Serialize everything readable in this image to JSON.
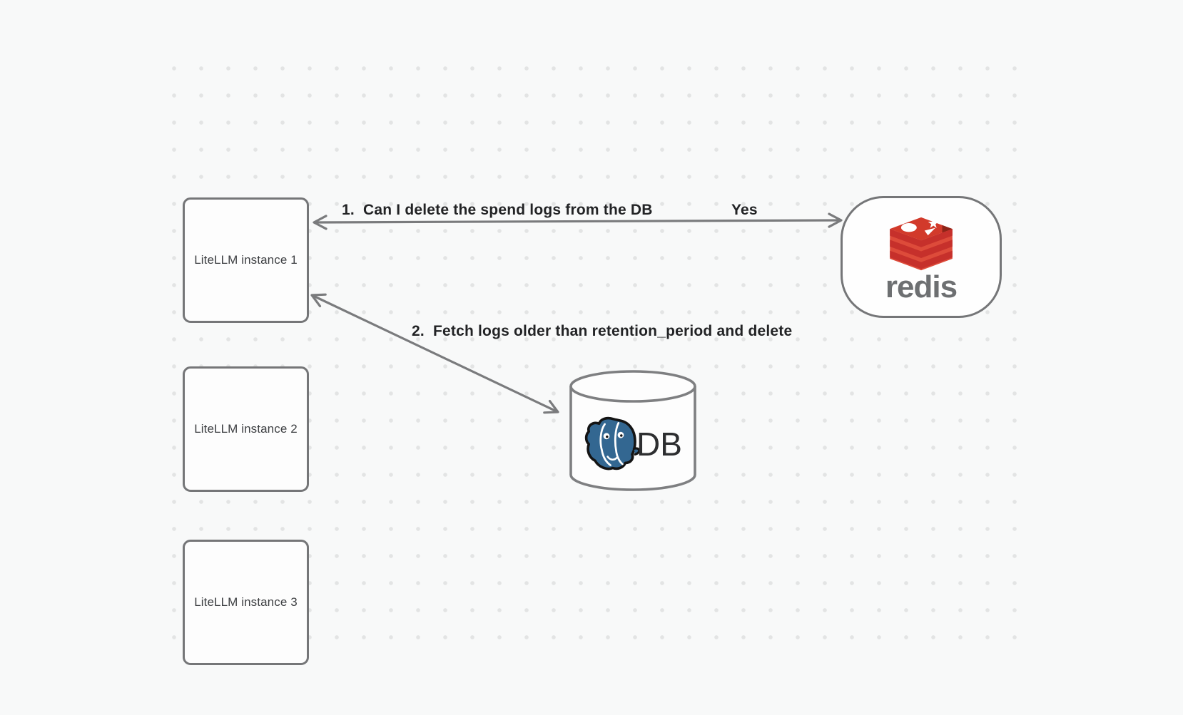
{
  "canvas": {
    "background": "#f8f9f9",
    "dot_color": "#e3e4e4",
    "stroke_color": "#7a7b7d"
  },
  "nodes": {
    "instances": [
      {
        "label": "LiteLLM instance 1"
      },
      {
        "label": "LiteLLM instance 2"
      },
      {
        "label": "LiteLLM instance 3"
      }
    ],
    "redis": {
      "label": "redis",
      "brand_red": "#c6302b",
      "brand_red_dark": "#8e2418",
      "wordmark_color": "#6d6f71"
    },
    "db": {
      "label": "DB",
      "postgres_blue": "#336791"
    }
  },
  "edges": [
    {
      "from": "LiteLLM instance 1",
      "to": "redis",
      "direction": "both",
      "label": "1.  Can I delete the spend logs from the DB",
      "response": "Yes"
    },
    {
      "from": "LiteLLM instance 1",
      "to": "DB",
      "direction": "both",
      "label": "2.  Fetch logs older than retention_period and delete"
    }
  ]
}
